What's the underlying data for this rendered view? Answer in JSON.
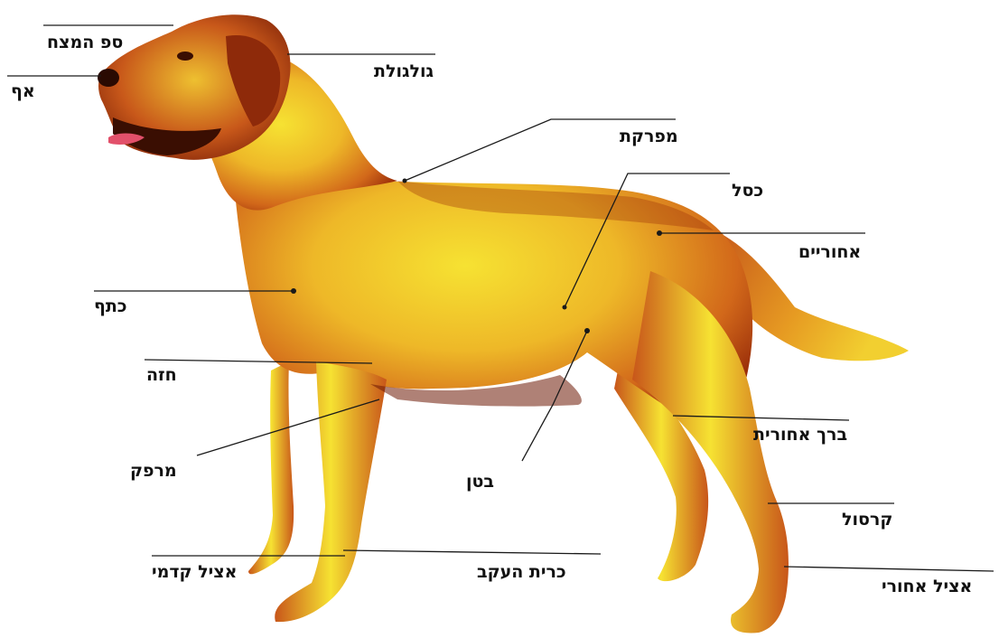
{
  "labels": {
    "brow": "ספ המצח",
    "nose": "אף",
    "skull": "גולגולת",
    "withers": "מפרקת",
    "loin": "כסל",
    "croup": "אחוריים",
    "shoulder": "כתף",
    "chest": "חזה",
    "elbow": "מרפק",
    "belly": "בטן",
    "stifle": "ברך אחורית",
    "hock": "קרסול",
    "front_foot": "אציל קדמי",
    "heel_pad": "כרית העקב",
    "rear_foot": "אציל אחורי"
  },
  "colors": {
    "coat_light": "#f6e232",
    "coat_mid": "#e6a01c",
    "coat_dark": "#b8400f",
    "coat_shadow": "#6e1a06"
  }
}
